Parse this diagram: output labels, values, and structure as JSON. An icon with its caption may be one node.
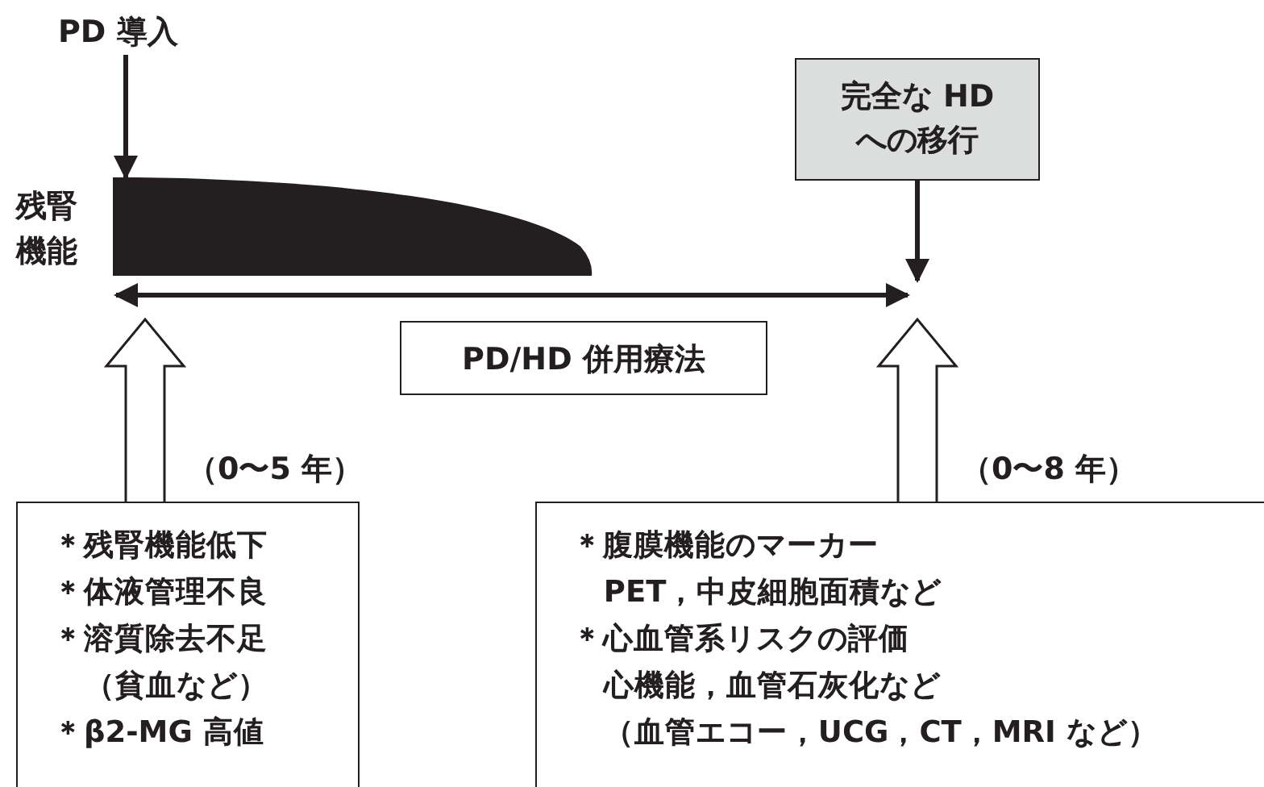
{
  "diagram": {
    "nodes": [
      {
        "text": [
          "PD 導入"
        ]
      },
      {
        "text": [],
        "shape": "bar",
        "beside": [
          "残腎機能"
        ]
      },
      {
        "text": [
          "完全な HD への移行"
        ]
      },
      {
        "text": [
          "PD/HD 併用療法"
        ]
      },
      {
        "text": [
          "＊残腎機能低下",
          "＊体液管理不良",
          "＊溶質除去不足",
          "（貧血など）",
          "＊β2-MG 高値"
        ]
      },
      {
        "text": [
          "＊腹膜機能のマーカー",
          "PET，中皮細胞面積など",
          "＊心血管系リスクの評価",
          "心機能，血管石灰化など",
          "（血管エコー，UCG，CT，MRI など）"
        ]
      }
    ],
    "edges": [
      {
        "from": 0,
        "to": 1,
        "arrow": "to"
      },
      {
        "from": 2,
        "to": null,
        "arrow": "to"
      },
      {
        "from": 4,
        "to": null,
        "arrow": "to",
        "style": "thick",
        "label": "（0〜5 年）"
      },
      {
        "from": 5,
        "to": null,
        "arrow": "to",
        "style": "thick",
        "label": "（0〜8 年）"
      }
    ]
  }
}
